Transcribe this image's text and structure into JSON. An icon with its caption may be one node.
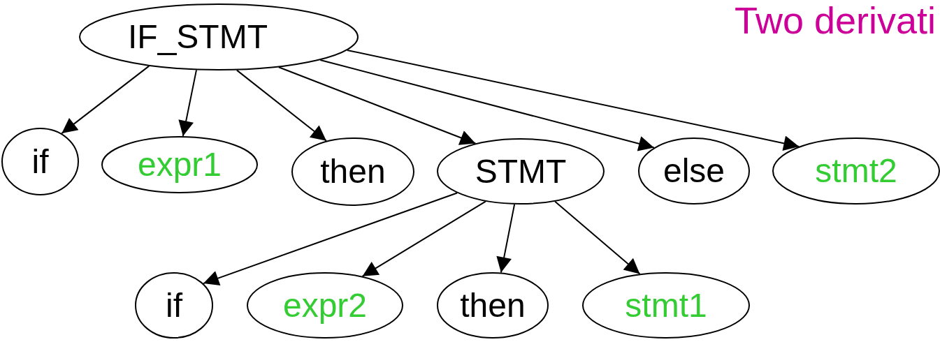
{
  "diagram": {
    "title": "Two derivati",
    "nodes": [
      {
        "text": [
          "IF_STMT"
        ]
      },
      {
        "text": [
          "if"
        ]
      },
      {
        "text": [
          "expr1"
        ]
      },
      {
        "text": [
          "then"
        ]
      },
      {
        "text": [
          "STMT"
        ]
      },
      {
        "text": [
          "else"
        ]
      },
      {
        "text": [
          "stmt2"
        ]
      },
      {
        "text": [
          "if"
        ]
      },
      {
        "text": [
          "expr2"
        ]
      },
      {
        "text": [
          "then"
        ]
      },
      {
        "text": [
          "stmt1"
        ]
      }
    ],
    "edges": [
      {
        "from": 0,
        "to": 1,
        "arrow": "to"
      },
      {
        "from": 0,
        "to": 2,
        "arrow": "to"
      },
      {
        "from": 0,
        "to": 3,
        "arrow": "to"
      },
      {
        "from": 0,
        "to": 4,
        "arrow": "to"
      },
      {
        "from": 0,
        "to": 5,
        "arrow": "to"
      },
      {
        "from": 0,
        "to": 6,
        "arrow": "to"
      },
      {
        "from": 4,
        "to": 7,
        "arrow": "to"
      },
      {
        "from": 4,
        "to": 8,
        "arrow": "to"
      },
      {
        "from": 4,
        "to": 9,
        "arrow": "to"
      },
      {
        "from": 4,
        "to": 10,
        "arrow": "to"
      }
    ]
  }
}
